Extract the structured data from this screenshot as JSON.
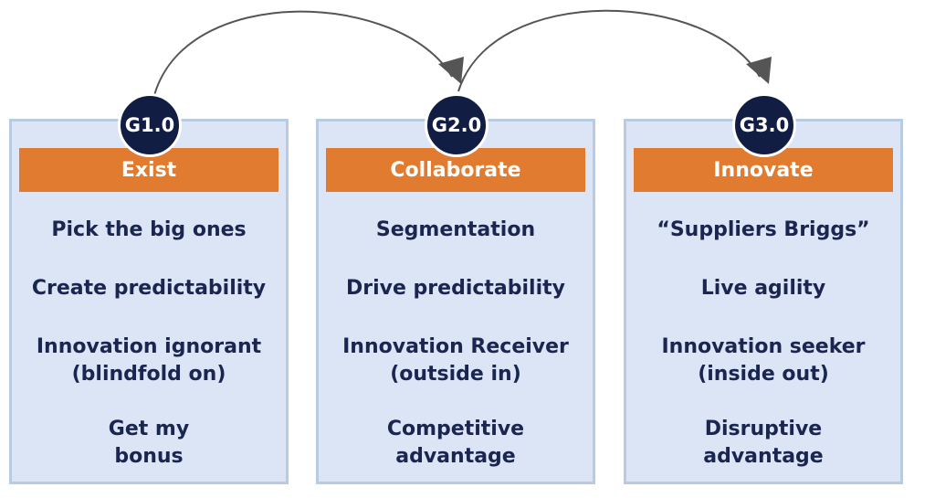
{
  "stages": [
    {
      "badge": "G1.0",
      "title": "Exist",
      "items": [
        "Pick the big ones",
        "Create predictability",
        "Innovation ignorant\n(blindfold on)",
        "Get my\nbonus"
      ]
    },
    {
      "badge": "G2.0",
      "title": "Collaborate",
      "items": [
        "Segmentation",
        "Drive predictability",
        "Innovation Receiver\n(outside in)",
        "Competitive\nadvantage"
      ]
    },
    {
      "badge": "G3.0",
      "title": "Innovate",
      "items": [
        "“Suppliers Briggs”",
        "Live agility",
        "Innovation seeker\n(inside out)",
        "Disruptive\nadvantage"
      ]
    }
  ],
  "colors": {
    "card_fill": "#dce5f6",
    "card_border": "#b9cbe2",
    "header_fill": "#e07b2f",
    "badge_fill": "#111d42",
    "item_text": "#1a2650",
    "arrow": "#555555"
  }
}
